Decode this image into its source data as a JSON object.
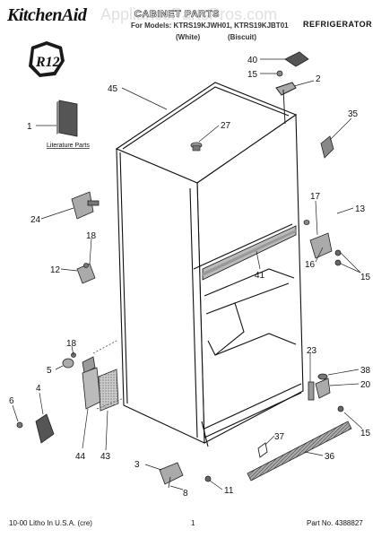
{
  "header": {
    "brand": "KitchenAid",
    "watermark": "AppliancePartsPros.com",
    "title": "CABINET PARTS",
    "models_line": "For Models: KTRS19KJWH01, KTRS19KJBT01",
    "variant_white": "(White)",
    "variant_biscuit": "(Biscuit)",
    "category": "REFRIGERATOR",
    "badge": "R12"
  },
  "labels": {
    "literature_parts": "Literature Parts"
  },
  "callouts": {
    "c40": "40",
    "c15a": "15",
    "c2": "2",
    "c45": "45",
    "c27": "27",
    "c35": "35",
    "c1": "1",
    "c24": "24",
    "c17": "17",
    "c13": "13",
    "c18a": "18",
    "c12": "12",
    "c41": "41",
    "c16": "16",
    "c15b": "15",
    "c18b": "18",
    "c5": "5",
    "c23": "23",
    "c38": "38",
    "c20": "20",
    "c4": "4",
    "c6": "6",
    "c15c": "15",
    "c44": "44",
    "c43": "43",
    "c37": "37",
    "c36": "36",
    "c3": "3",
    "c8": "8",
    "c11": "11"
  },
  "footer": {
    "left": "10-00 Litho In U.S.A. (cre)",
    "page": "1",
    "part_no": "Part No. 4388827"
  }
}
